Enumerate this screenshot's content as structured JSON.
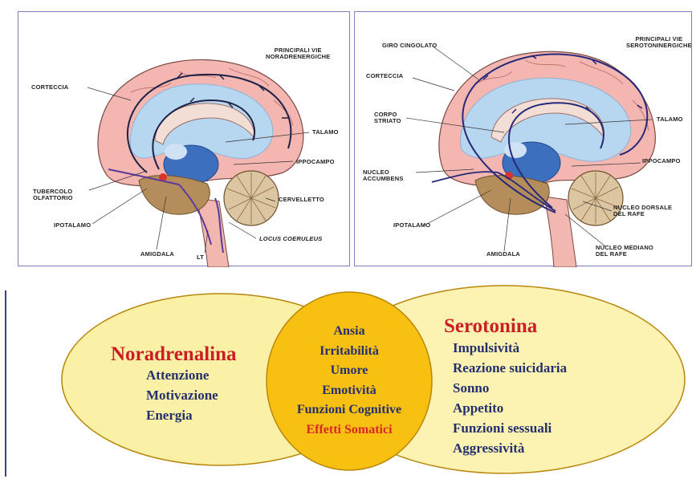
{
  "left_panel": {
    "title": "PRINCIPALI VIE\nNORADRENERGICHE",
    "labels": {
      "corteccia": "CORTECCIA",
      "talamo": "TALAMO",
      "ippocampo": "IPPOCAMPO",
      "tubercolo": "TUBERCOLO\nOLFATTORIO",
      "cervelletto": "CERVELLETTO",
      "ipotalamo": "IPOTALAMO",
      "locus": "LOCUS COERULEUS",
      "amigdala": "AMIGDALA",
      "lt": "LT"
    }
  },
  "right_panel": {
    "title": "PRINCIPALI VIE\nSEROTONINERGICHE",
    "labels": {
      "giro": "GIRO CINGOLATO",
      "corteccia": "CORTECCIA",
      "corpo": "CORPO\nSTRIATO",
      "talamo": "TALAMO",
      "ippocampo": "IPPOCAMPO",
      "nucleo_acc": "NUCLEO\nACCUMBENS",
      "ipotalamo": "IPOTALAMO",
      "dorsale": "NUCLEO DORSALE\nDEL RAFE",
      "amigdala": "AMIGDALA",
      "mediano": "NUCLEO MEDIANO\nDEL RAFE"
    }
  },
  "venn": {
    "left_title": "Noradrenalina",
    "left_items": [
      "Attenzione",
      "Motivazione",
      "Energia"
    ],
    "center_items": [
      "Ansia",
      "Irritabilità",
      "Umore",
      "Emotività",
      "Funzioni Cognitive"
    ],
    "center_highlight": "Effetti Somatici",
    "right_title": "Serotonina",
    "right_items": [
      "Impulsività",
      "Reazione suicidaria",
      "Sonno",
      "Appetito",
      "Funzioni sessuali",
      "Aggressività"
    ],
    "colors": {
      "outer_fill": "#fbf1a6",
      "center_fill": "#f8c010",
      "outline": "#b8860b",
      "title_red": "#cc1f25",
      "text_blue": "#24306e"
    }
  }
}
